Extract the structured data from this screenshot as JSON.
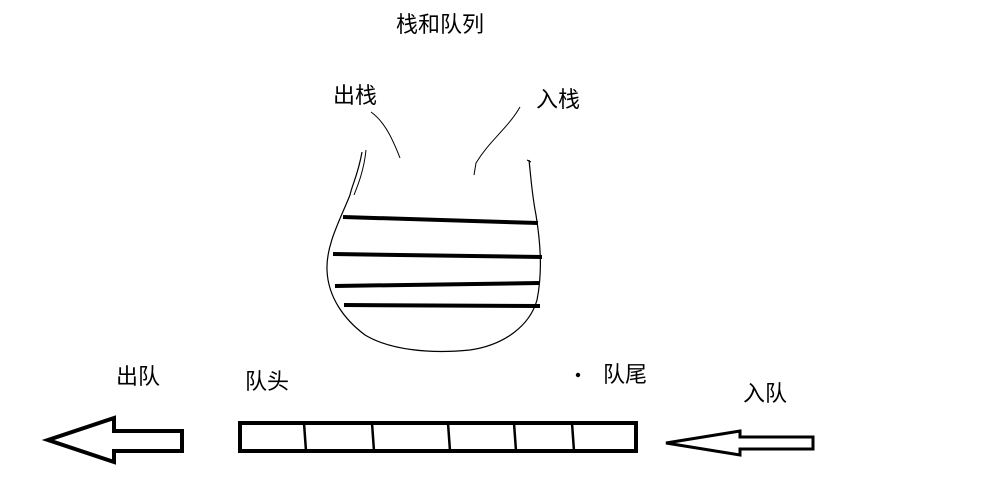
{
  "diagram": {
    "title": "栈和队列",
    "stack": {
      "pop_label": "出栈",
      "push_label": "入栈",
      "element_count": 4
    },
    "queue": {
      "dequeue_label": "出队",
      "head_label": "队头",
      "tail_label": "队尾",
      "enqueue_label": "入队",
      "cell_count": 6
    },
    "stroke_color": "#000000",
    "background_color": "#ffffff"
  }
}
